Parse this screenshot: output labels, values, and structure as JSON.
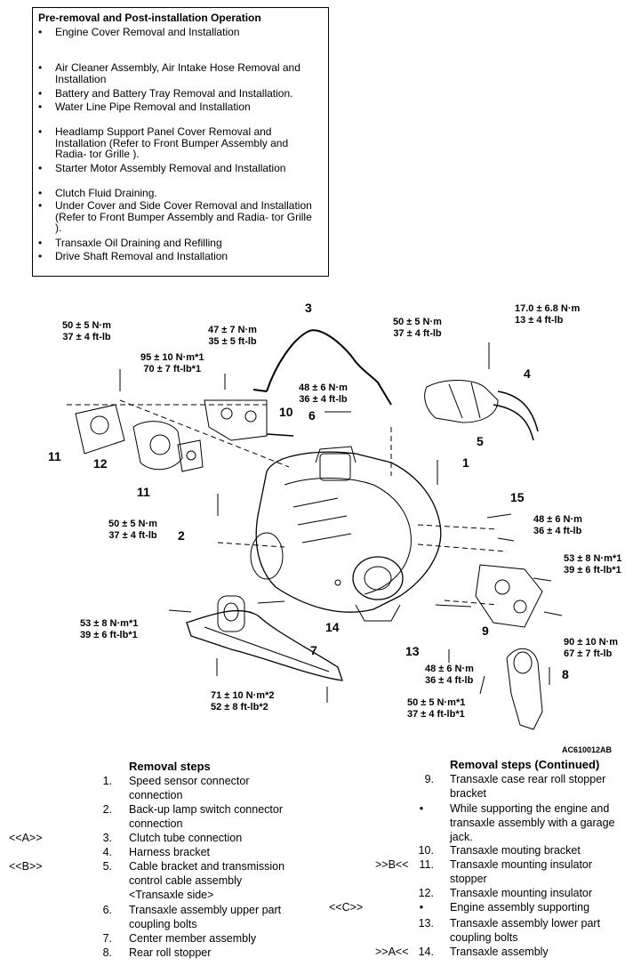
{
  "pre_removal": {
    "title": "Pre-removal and Post-installation Operation",
    "items": [
      "Engine Cover Removal and Installation",
      "Air Cleaner Assembly, Air Intake Hose Removal and Installation",
      "Battery and Battery Tray Removal and Installation.",
      "Water Line Pipe Removal and Installation",
      "Headlamp Support Panel Cover Removal and Installation (Refer to Front Bumper Assembly and Radia- tor Grille ).",
      "Starter Motor Assembly Removal and Installation",
      "Clutch Fluid Draining.",
      "Under Cover and Side Cover Removal and Installation (Refer to Front Bumper Assembly and Radia- tor Grille ).",
      "Transaxle Oil Draining and Refilling",
      "Drive Shaft Removal and Installation"
    ]
  },
  "diagram": {
    "ref_code": "AC610012AB",
    "torques": [
      {
        "l1": "50 ± 5 N·m",
        "l2": "37 ± 4 ft-lb"
      },
      {
        "l1": "47 ± 7 N·m",
        "l2": "35 ± 5 ft-lb"
      },
      {
        "l1": "95 ± 10 N·m*1",
        "l2": "70 ± 7 ft-lb*1"
      },
      {
        "l1": "50 ± 5 N·m",
        "l2": "37 ± 4 ft-lb"
      },
      {
        "l1": "17.0 ± 6.8 N·m",
        "l2": "13 ± 4 ft-lb"
      },
      {
        "l1": "48 ± 6 N·m",
        "l2": "36 ± 4 ft-lb"
      },
      {
        "l1": "50 ± 5 N·m",
        "l2": "37 ± 4 ft-lb"
      },
      {
        "l1": "48 ± 6 N·m",
        "l2": "36 ± 4 ft-lb"
      },
      {
        "l1": "53 ± 8 N·m*1",
        "l2": "39 ± 6 ft-lb*1"
      },
      {
        "l1": "53 ± 8 N·m*1",
        "l2": "39 ± 6 ft-lb*1"
      },
      {
        "l1": "90 ± 10 N·m",
        "l2": "67 ± 7 ft-lb"
      },
      {
        "l1": "48 ± 6 N·m",
        "l2": "36 ± 4 ft-lb"
      },
      {
        "l1": "71 ± 10 N·m*2",
        "l2": "52 ± 8 ft-lb*2"
      },
      {
        "l1": "50 ± 5 N·m*1",
        "l2": "37 ± 4 ft-lb*1"
      }
    ],
    "part_numbers": [
      "3",
      "10",
      "6",
      "4",
      "5",
      "11",
      "12",
      "1",
      "11",
      "15",
      "2",
      "9",
      "14",
      "7",
      "13",
      "8"
    ]
  },
  "removal_steps": {
    "heading": "Removal steps",
    "heading_cont": "Removal steps (Continued)",
    "left": [
      {
        "mark": "",
        "num": "1.",
        "text": "Speed sensor connector connection"
      },
      {
        "mark": "",
        "num": "2.",
        "text": "Back-up lamp switch connector connection"
      },
      {
        "mark": "<<A>>",
        "num": "3.",
        "text": "Clutch tube connection"
      },
      {
        "mark": "",
        "num": "4.",
        "text": "Harness bracket"
      },
      {
        "mark": "<<B>>",
        "num": "5.",
        "text": "Cable bracket and transmission control cable assembly <Transaxle side>"
      },
      {
        "mark": "",
        "num": "6.",
        "text": "Transaxle assembly upper part coupling bolts"
      },
      {
        "mark": "",
        "num": "7.",
        "text": "Center member assembly"
      },
      {
        "mark": "",
        "num": "8.",
        "text": "Rear roll stopper"
      }
    ],
    "right": [
      {
        "mark": "",
        "num": "9.",
        "text": "Transaxle case rear roll stopper bracket"
      },
      {
        "mark": "",
        "num": "•",
        "text": "While supporting the engine and transaxle assembly with a garage jack."
      },
      {
        "mark": "",
        "num": "10.",
        "text": "Transaxle mouting bracket"
      },
      {
        "mark": ">>B<<",
        "num": "11.",
        "text": "Transaxle mounting insulator stopper"
      },
      {
        "mark": "",
        "num": "12.",
        "text": "Transaxle mounting insulator"
      },
      {
        "mark": "<<C>>",
        "num": "•",
        "text": "Engine assembly supporting"
      },
      {
        "mark": "",
        "num": "13.",
        "text": "Transaxle assembly lower part coupling bolts"
      },
      {
        "mark": ">>A<<",
        "num": "14.",
        "text": "Transaxle assembly"
      }
    ]
  }
}
